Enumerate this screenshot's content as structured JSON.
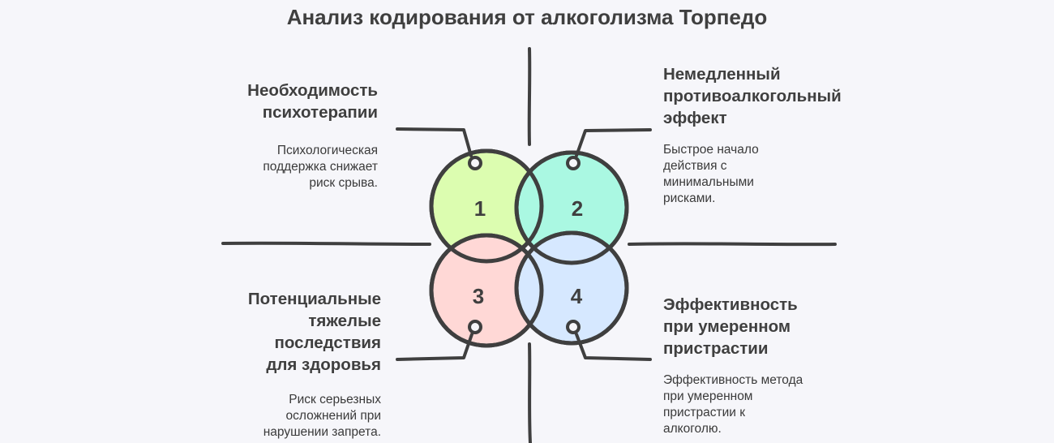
{
  "title": "Анализ кодирования от алкоголизма Торпедо",
  "colors": {
    "circle_1": "#dcfdb0",
    "circle_2": "#aaf8e2",
    "circle_3": "#ffd8d6",
    "circle_4": "#d6e8ff",
    "stroke": "#3f3f3f",
    "background": "#f6f6fa"
  },
  "items": [
    {
      "number": "1",
      "title": "Необходимость\nпсихотерапии",
      "text": "Психологическая\nподдержка снижает\nриск срыва."
    },
    {
      "number": "2",
      "title": "Немедленный\nпротивоалкогольный\nэффект",
      "text": "Быстрое начало\nдействия с\nминимальными\nрисками."
    },
    {
      "number": "3",
      "title": "Потенциальные\nтяжелые\nпоследствия\nдля здоровья",
      "text": "Риск серьезных\nосложнений при\nнарушении запрета."
    },
    {
      "number": "4",
      "title": "Эффективность\nпри умеренном\nпристрастии",
      "text": "Эффективность метода\nпри умеренном\nпристрастии к\nалкоголю."
    }
  ]
}
